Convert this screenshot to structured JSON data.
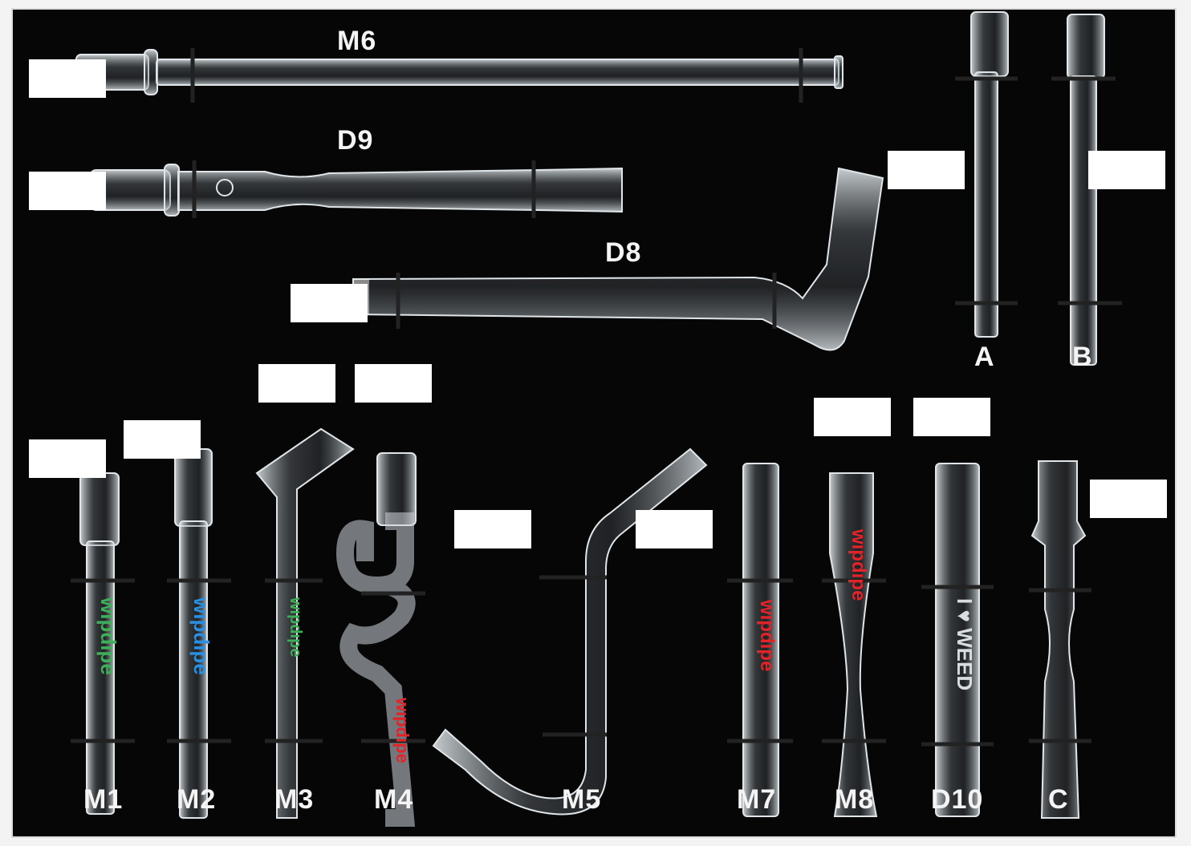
{
  "board": {
    "background": "#060607",
    "page_background": "#f3f3f3"
  },
  "labels": {
    "m6": "M6",
    "d9": "D9",
    "d8": "D8",
    "a": "A",
    "b": "B",
    "m1": "M1",
    "m2": "M2",
    "m3": "M3",
    "m4": "M4",
    "m5": "M5",
    "m7": "M7",
    "m8": "M8",
    "d10": "D10",
    "c": "C"
  },
  "pipe_prints": {
    "m1": "wıpdıpe",
    "m2": "wıpdıpe",
    "m3": "wıpdıpe",
    "m4": "wıpdıpe",
    "m7": "wıpdıpe",
    "m8": "wıpdıpe",
    "d10": "I ♥ WEED"
  },
  "colors": {
    "glass": "#cfd6da",
    "band": "#111111",
    "print_green": "#3fae5a",
    "print_blue": "#2a8fe0",
    "print_red": "#e0242a"
  }
}
